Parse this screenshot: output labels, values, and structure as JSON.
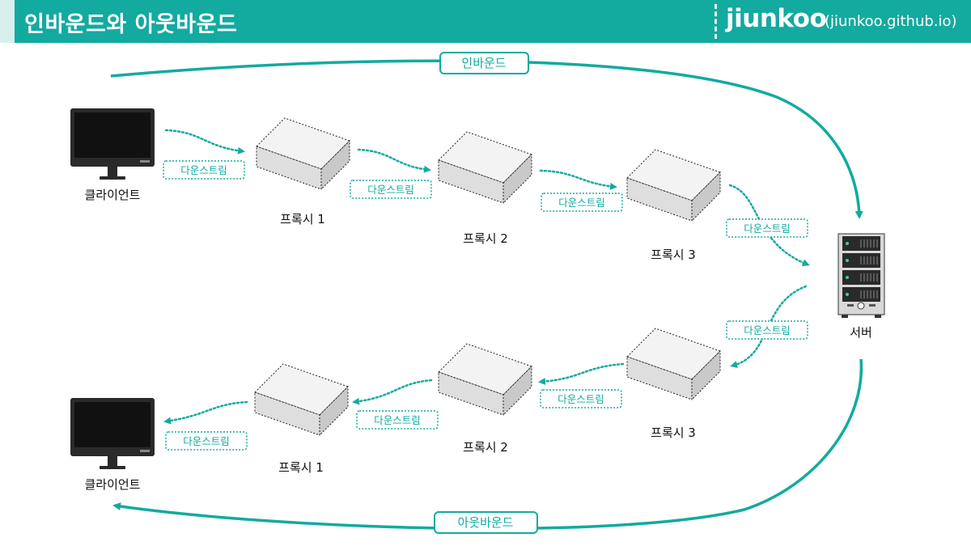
{
  "header": {
    "title": "인바운드와 아웃바운드",
    "brand": "jiunkoo",
    "brand_url": "(jiunkoo.github.io)"
  },
  "arcs": {
    "inbound": "인바운드",
    "outbound": "아웃바운드"
  },
  "top_row": {
    "client": "클라이언트",
    "proxy1": "프록시 1",
    "proxy2": "프록시 2",
    "proxy3": "프록시 3",
    "downstream_labels": [
      "다운스트림",
      "다운스트림",
      "다운스트림",
      "다운스트림"
    ]
  },
  "server": {
    "label": "서버"
  },
  "bottom_row": {
    "client": "클라이언트",
    "proxy1": "프록시 1",
    "proxy2": "프록시 2",
    "proxy3": "프록시 3",
    "downstream_labels": [
      "다운스트림",
      "다운스트림",
      "다운스트림",
      "다운스트림"
    ]
  },
  "colors": {
    "accent": "#13aaa0",
    "header_accent": "#d8efed",
    "proxy_fill": "#e9e9e9",
    "monitor": "#2a2a2a"
  }
}
